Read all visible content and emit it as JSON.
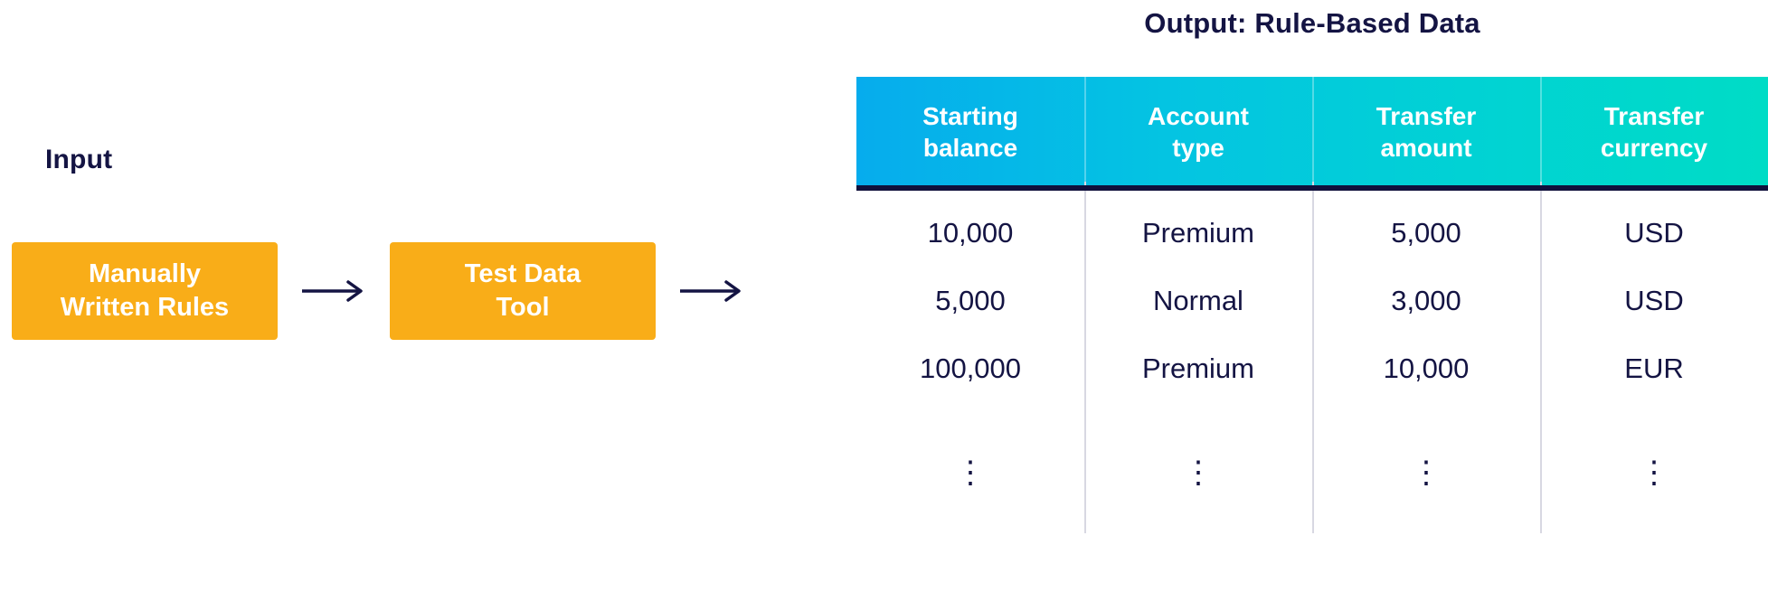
{
  "input": {
    "label": "Input",
    "boxes": [
      {
        "name": "manually-written-rules",
        "line1": "Manually",
        "line2": "Written Rules"
      },
      {
        "name": "test-data-tool",
        "line1": "Test Data",
        "line2": "Tool"
      }
    ],
    "arrow_glyph": "→"
  },
  "output": {
    "title": "Output: Rule-Based Data",
    "columns": [
      {
        "line1": "Starting",
        "line2": "balance"
      },
      {
        "line1": "Account",
        "line2": "type"
      },
      {
        "line1": "Transfer",
        "line2": "amount"
      },
      {
        "line1": "Transfer",
        "line2": "currency"
      }
    ],
    "rows": [
      [
        "10,000",
        "Premium",
        "5,000",
        "USD"
      ],
      [
        "5,000",
        "Normal",
        "3,000",
        "USD"
      ],
      [
        "100,000",
        "Premium",
        "10,000",
        "EUR"
      ]
    ],
    "continuation_glyph": "⋮"
  },
  "colors": {
    "navy": "#141443",
    "orange": "#F9AD18",
    "header_gradient_start": "#06ACED",
    "header_gradient_end": "#00DCC6",
    "divider": "#D8D8E2",
    "header_rule": "#10103C",
    "background": "#FFFFFF"
  }
}
